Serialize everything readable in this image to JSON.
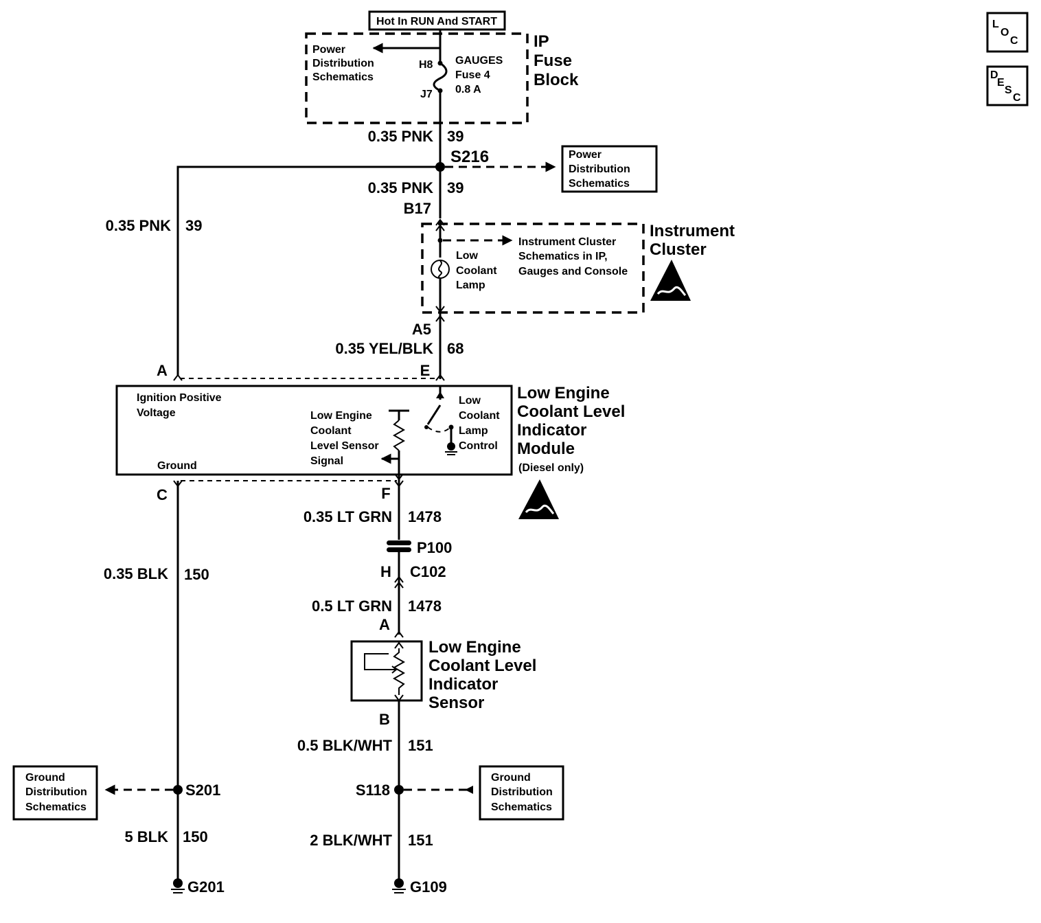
{
  "hot_label": "Hot In RUN And START",
  "ip_fuse_block": {
    "title_lines": [
      "IP",
      "Fuse",
      "Block"
    ],
    "power_ref_lines": [
      "Power",
      "Distribution",
      "Schematics"
    ],
    "pin_h8": "H8",
    "pin_j7": "J7",
    "fuse_lines": [
      "GAUGES",
      "Fuse 4",
      "0.8 A"
    ]
  },
  "splice_s216": "S216",
  "power_dist_box_lines": [
    "Power",
    "Distribution",
    "Schematics"
  ],
  "wires": {
    "w1": {
      "label": "0.35 PNK",
      "circuit": "39"
    },
    "w2": {
      "label": "0.35 PNK",
      "circuit": "39"
    },
    "w3": {
      "label": "0.35 PNK",
      "circuit": "39"
    },
    "w4": {
      "label": "0.35 YEL/BLK",
      "circuit": "68"
    },
    "w5": {
      "label": "0.35 LT GRN",
      "circuit": "1478"
    },
    "w6": {
      "label": "0.5 LT GRN",
      "circuit": "1478"
    },
    "w7": {
      "label": "0.35 BLK",
      "circuit": "150"
    },
    "w8": {
      "label": "0.5 BLK/WHT",
      "circuit": "151"
    },
    "w9": {
      "label": "5 BLK",
      "circuit": "150"
    },
    "w10": {
      "label": "2 BLK/WHT",
      "circuit": "151"
    }
  },
  "instrument_cluster": {
    "title_lines": [
      "Instrument",
      "Cluster"
    ],
    "pin_b17": "B17",
    "pin_a5": "A5",
    "lamp_lines": [
      "Low",
      "Coolant",
      "Lamp"
    ],
    "ref_lines": [
      "Instrument Cluster",
      "Schematics in IP,",
      "Gauges and Console"
    ]
  },
  "module": {
    "title_lines": [
      "Low Engine",
      "Coolant Level",
      "Indicator",
      "Module"
    ],
    "note": "(Diesel only)",
    "ignition_lines": [
      "Ignition Positive",
      "Voltage"
    ],
    "ground_label": "Ground",
    "sensor_signal_lines": [
      "Low Engine",
      "Coolant",
      "Level Sensor",
      "Signal"
    ],
    "lamp_control_lines": [
      "Low",
      "Coolant",
      "Lamp",
      "Control"
    ],
    "pin_a": "A",
    "pin_e": "E",
    "pin_c": "C",
    "pin_f": "F"
  },
  "connector_p100": "P100",
  "connector_c102": "C102",
  "pin_h": "H",
  "sensor": {
    "title_lines": [
      "Low Engine",
      "Coolant Level",
      "Indicator",
      "Sensor"
    ],
    "pin_a": "A",
    "pin_b": "B"
  },
  "splice_s201": "S201",
  "splice_s118": "S118",
  "ground_dist_left_lines": [
    "Ground",
    "Distribution",
    "Schematics"
  ],
  "ground_dist_right_lines": [
    "Ground",
    "Distribution",
    "Schematics"
  ],
  "ground_g201": "G201",
  "ground_g109": "G109",
  "loc_button": {
    "letters": [
      "L",
      "O",
      "C"
    ]
  },
  "desc_button": {
    "letters": [
      "D",
      "E",
      "S",
      "C"
    ]
  },
  "icons": [
    "esd-warning-icon",
    "esd-warning-icon",
    "ground-symbol-icon",
    "lamp-bulb-icon",
    "fuse-icon",
    "resistor-icon",
    "switch-icon"
  ]
}
